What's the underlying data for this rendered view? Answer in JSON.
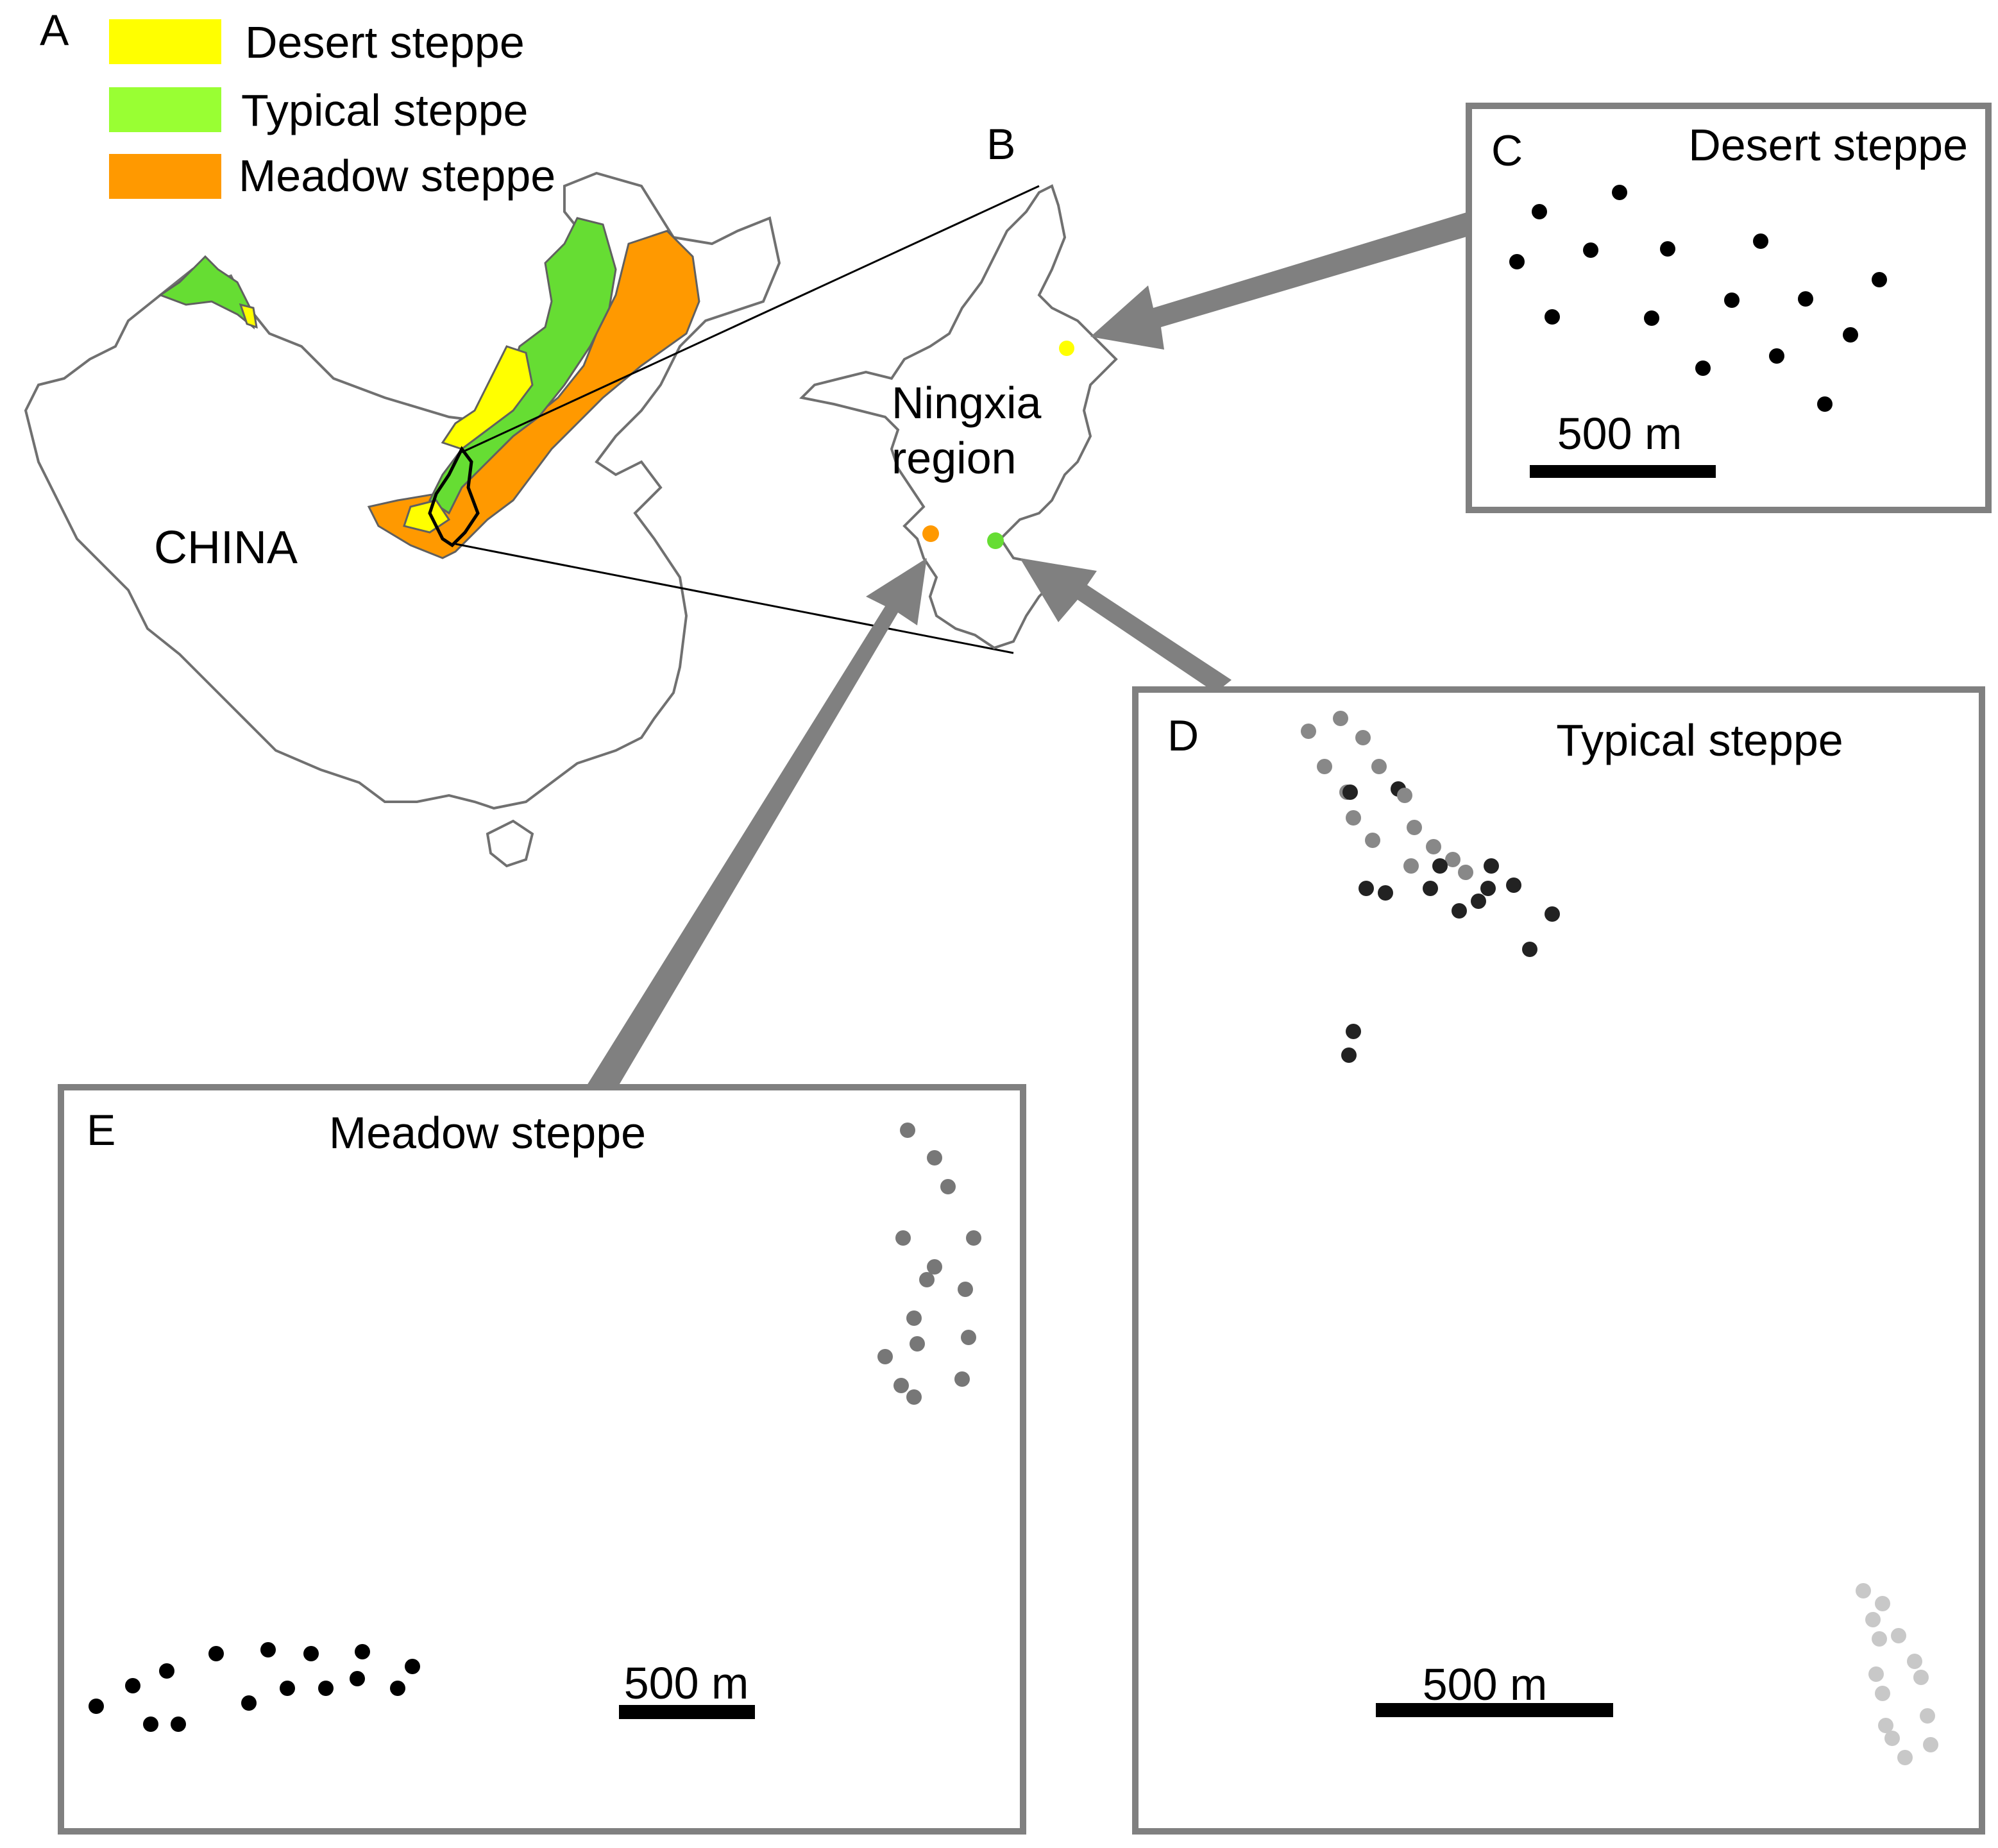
{
  "colors": {
    "desert": "#ffff00",
    "typical": "#99ff33",
    "meadow": "#ff9900",
    "frame": "#808080",
    "arrow": "#808080",
    "outline": "#707070"
  },
  "panel_a": {
    "label": "A",
    "country_label": "CHINA",
    "legend": [
      {
        "label": "Desert steppe",
        "color": "#ffff00"
      },
      {
        "label": "Typical steppe",
        "color": "#99ff33"
      },
      {
        "label": "Meadow steppe",
        "color": "#ff9900"
      }
    ]
  },
  "panel_b": {
    "label": "B",
    "region_line1": "Ningxia",
    "region_line2": "region"
  },
  "panel_c": {
    "label": "C",
    "title": "Desert steppe",
    "scale": "500 m"
  },
  "panel_d": {
    "label": "D",
    "title": "Typical steppe",
    "scale": "500 m"
  },
  "panel_e": {
    "label": "E",
    "title": "Meadow steppe",
    "scale": "500 m"
  }
}
